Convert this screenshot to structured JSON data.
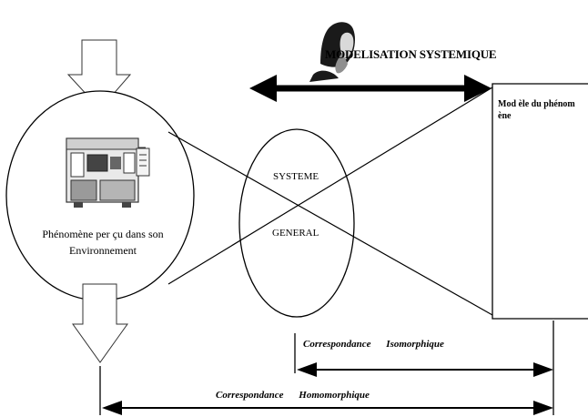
{
  "diagram": {
    "modeling_title": "MODELISATION SYSTEMIQUE",
    "model_box_label": "Mod èle du phénom ène",
    "system_label_top": "SYSTEME",
    "system_label_bottom": "GENERAL",
    "phenomenon_label": "Phénomène per çu dans son Environnement",
    "isomorphic_label": "Correspondance Isomorphique",
    "homomorphic_label": "Correspondance Homomorphique",
    "icons": [
      "thinker-icon",
      "machine-icon"
    ]
  }
}
